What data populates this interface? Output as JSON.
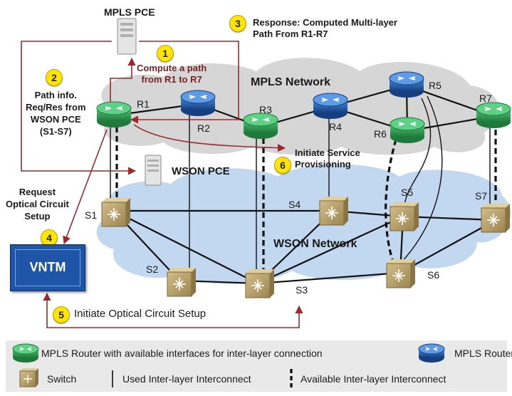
{
  "labels": {
    "mpls_pce": "MPLS PCE",
    "wson_pce": "WSON PCE",
    "mpls_network": "MPLS Network",
    "wson_network": "WSON Network",
    "vntm": "VNTM"
  },
  "steps": [
    {
      "num": "1",
      "lines": [
        "Compute a path",
        "from R1 to R7"
      ]
    },
    {
      "num": "2",
      "lines": [
        "Path info.",
        "Req/Res from",
        "WSON PCE",
        "(S1-S7)"
      ]
    },
    {
      "num": "3",
      "lines": [
        "Response: Computed Multi-layer",
        "Path From R1-R7"
      ]
    },
    {
      "num": "4",
      "lines": [
        "Request",
        "Optical Circuit",
        "Setup"
      ]
    },
    {
      "num": "5",
      "lines": [
        "Initiate Optical Circuit Setup"
      ]
    },
    {
      "num": "6",
      "lines": [
        "Initiate Service",
        "Provisioning"
      ]
    }
  ],
  "routers": [
    "R1",
    "R2",
    "R3",
    "R4",
    "R5",
    "R6",
    "R7"
  ],
  "switches": [
    "S1",
    "S2",
    "S3",
    "S4",
    "S5",
    "S6",
    "S7"
  ],
  "legend": {
    "green_router": "MPLS Router with available interfaces for inter-layer connection",
    "blue_router": "MPLS Router",
    "switch": "Switch",
    "used": "Used Inter-layer Interconnect",
    "available": "Available Inter-layer Interconnect"
  },
  "colors": {
    "green_router": "#2e9e4f",
    "blue_router": "#1f5fb3",
    "switch": "#b8a06a",
    "arrow": "#9b2a2a",
    "vntm": "#1f55a8",
    "badge": "#ffe600",
    "cloud": "#cfcfcf",
    "wson_cloud": "#bcd3ee"
  }
}
